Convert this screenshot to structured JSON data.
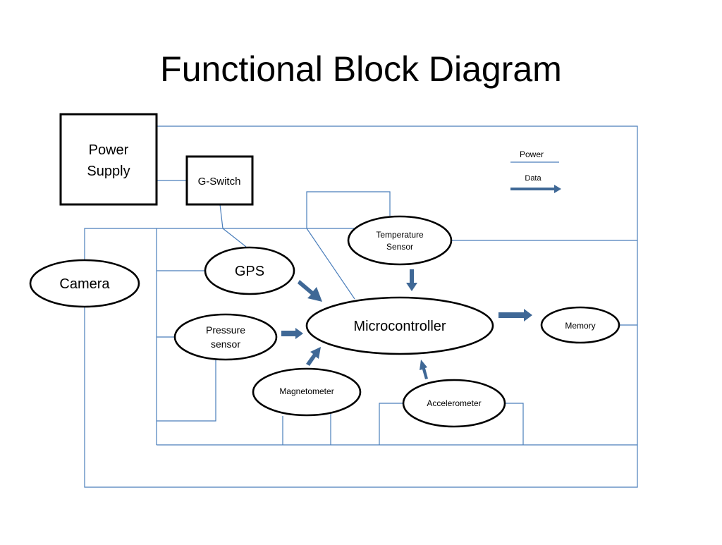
{
  "title": "Functional Block Diagram",
  "legend": {
    "power": "Power",
    "data": "Data"
  },
  "blocks": {
    "power_supply": [
      "Power",
      "Supply"
    ],
    "g_switch": "G-Switch",
    "camera": "Camera",
    "gps": "GPS",
    "temperature_sensor": [
      "Temperature",
      "Sensor"
    ],
    "pressure_sensor": [
      "Pressure",
      "sensor"
    ],
    "microcontroller": "Microcontroller",
    "memory": "Memory",
    "magnetometer": "Magnetometer",
    "accelerometer": "Accelerometer"
  },
  "colors": {
    "power_line": "#4a7ebb",
    "data_arrow": "#3f6896",
    "outline": "#000000"
  }
}
